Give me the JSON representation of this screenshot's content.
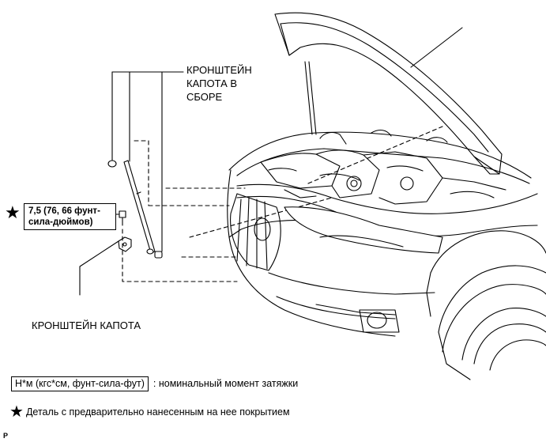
{
  "callouts": {
    "hood_support_assembly": "КРОНШТЕЙН\nКАПОТА В\nСБОРЕ",
    "hood_support_bracket": "КРОНШТЕЙН КАПОТА"
  },
  "torque": {
    "star_symbol": "★",
    "value_line1": "7,5 (76, 66 фунт-",
    "value_line2": "сила-дюймов)"
  },
  "legend": {
    "unit_box": "Н*м (кгс*см, фунт-сила-фут)",
    "unit_desc": ": номинальный момент затяжки",
    "star_symbol": "★",
    "star_desc": "Деталь с предварительно нанесенным на нее покрытием"
  },
  "corner_mark": "P"
}
